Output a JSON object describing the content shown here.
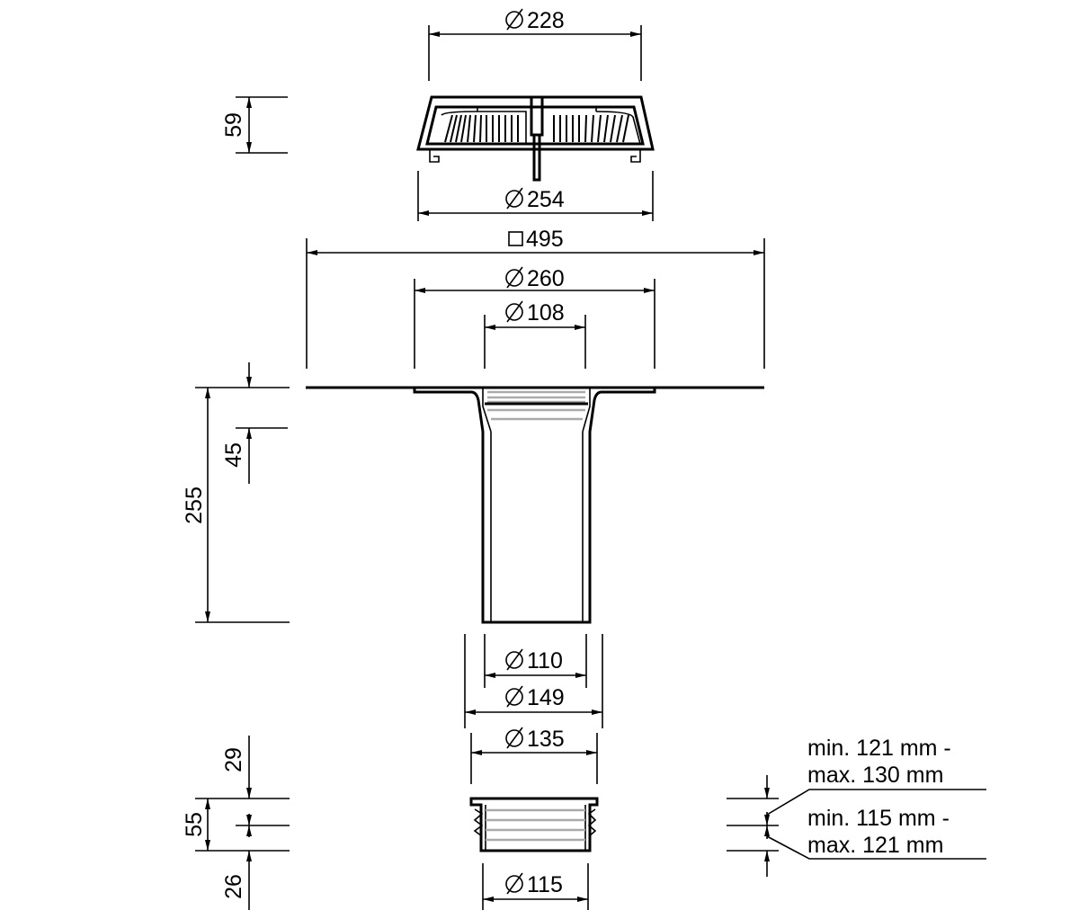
{
  "colors": {
    "line": "#000000",
    "thread": "#aaaaaa",
    "background": "#ffffff"
  },
  "dimensions": {
    "grate_top_dia": "228",
    "grate_height": "59",
    "grate_bottom_dia": "254",
    "flange_square": "495",
    "flange_ring_dia": "260",
    "inlet_dia": "108",
    "total_height": "255",
    "collar_height": "45",
    "pipe_dia": "110",
    "pipe_outer_dia": "149",
    "adapter_top_dia": "135",
    "adapter_top_height": "29",
    "adapter_height": "55",
    "adapter_bottom_height": "26",
    "adapter_bottom_dia": "115"
  },
  "notes": {
    "upper_line1": "min. 121 mm -",
    "upper_line2": "max. 130 mm",
    "lower_line1": "min. 115 mm -",
    "lower_line2": "max. 121 mm"
  },
  "symbols": {
    "diameter": "diameter-symbol",
    "square": "square-symbol"
  }
}
